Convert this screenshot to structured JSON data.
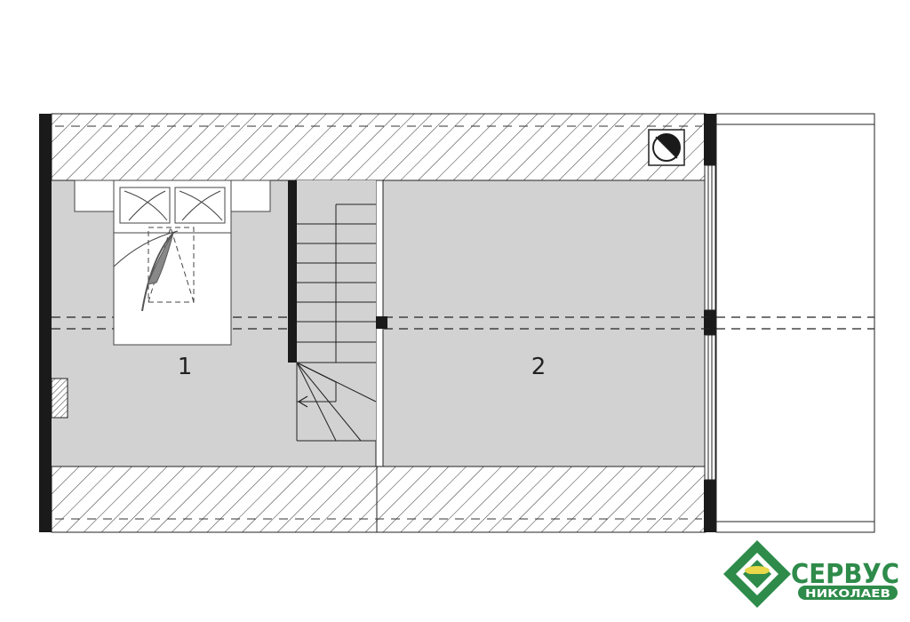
{
  "plan": {
    "rooms": [
      {
        "number": "1"
      },
      {
        "number": "2"
      }
    ],
    "colors": {
      "wall": "#1a1a1a",
      "floor": "#d2d2d2",
      "hatch": "#333333",
      "line": "#222222",
      "brand_green": "#2e8b4a",
      "brand_yellow": "#e8d84a"
    },
    "icons": [
      "bed-icon",
      "staircase-icon",
      "chimney-icon",
      "radiator-icon"
    ]
  },
  "logo": {
    "name": "СЕРВУС",
    "city": "НИКОЛАЕВ"
  }
}
